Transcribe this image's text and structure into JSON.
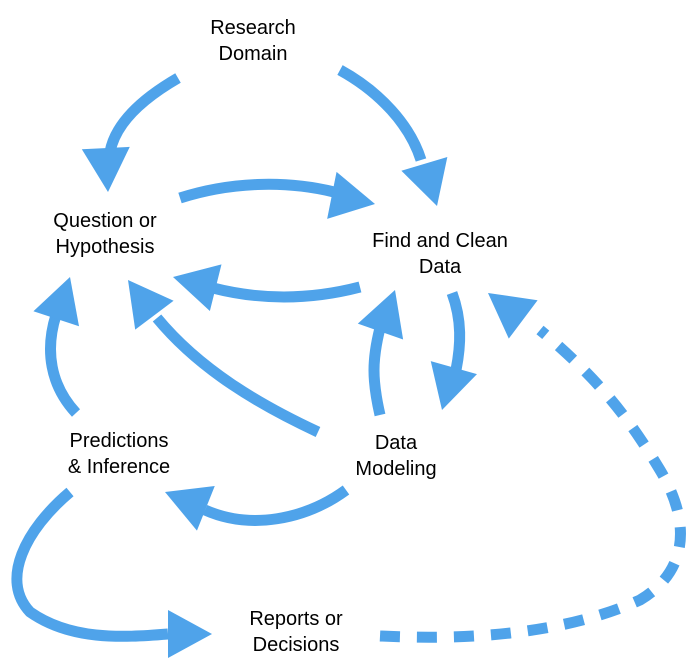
{
  "colors": {
    "arrow": "#4fa3ea",
    "text": "#000000",
    "background": "#ffffff"
  },
  "nodes": {
    "research_domain": {
      "line1": "Research",
      "line2": "Domain"
    },
    "question_hypothesis": {
      "line1": "Question or",
      "line2": "Hypothesis"
    },
    "find_clean_data": {
      "line1": "Find and Clean",
      "line2": "Data"
    },
    "predictions_inference": {
      "line1": "Predictions",
      "line2": "& Inference"
    },
    "data_modeling": {
      "line1": "Data",
      "line2": "Modeling"
    },
    "reports_decisions": {
      "line1": "Reports or",
      "line2": "Decisions"
    }
  },
  "edges": [
    {
      "from": "research_domain",
      "to": "question_hypothesis",
      "style": "solid"
    },
    {
      "from": "research_domain",
      "to": "find_clean_data",
      "style": "solid"
    },
    {
      "from": "question_hypothesis",
      "to": "find_clean_data",
      "style": "solid"
    },
    {
      "from": "find_clean_data",
      "to": "question_hypothesis",
      "style": "solid"
    },
    {
      "from": "find_clean_data",
      "to": "data_modeling",
      "style": "solid"
    },
    {
      "from": "data_modeling",
      "to": "find_clean_data",
      "style": "solid"
    },
    {
      "from": "data_modeling",
      "to": "question_hypothesis",
      "style": "solid"
    },
    {
      "from": "data_modeling",
      "to": "predictions_inference",
      "style": "solid"
    },
    {
      "from": "predictions_inference",
      "to": "question_hypothesis",
      "style": "solid"
    },
    {
      "from": "predictions_inference",
      "to": "reports_decisions",
      "style": "solid"
    },
    {
      "from": "reports_decisions",
      "to": "find_clean_data",
      "style": "dashed"
    }
  ]
}
